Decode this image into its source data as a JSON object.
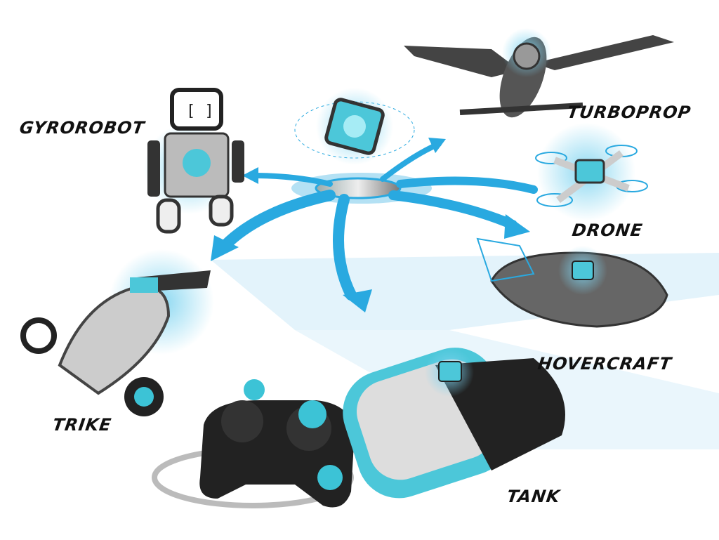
{
  "labels": {
    "gyrorobot": "GYROROBOT",
    "turboprop": "TURBOPROP",
    "drone": "DRONE",
    "hovercraft": "HOVERCRAFT",
    "trike": "TRIKE",
    "tank": "TANK"
  },
  "colors": {
    "accent": "#29a9e0",
    "glow": "#7fd4f0",
    "stripe": "#e3f3fb",
    "body": "#3a3a3a",
    "teal": "#3cc3d6"
  }
}
